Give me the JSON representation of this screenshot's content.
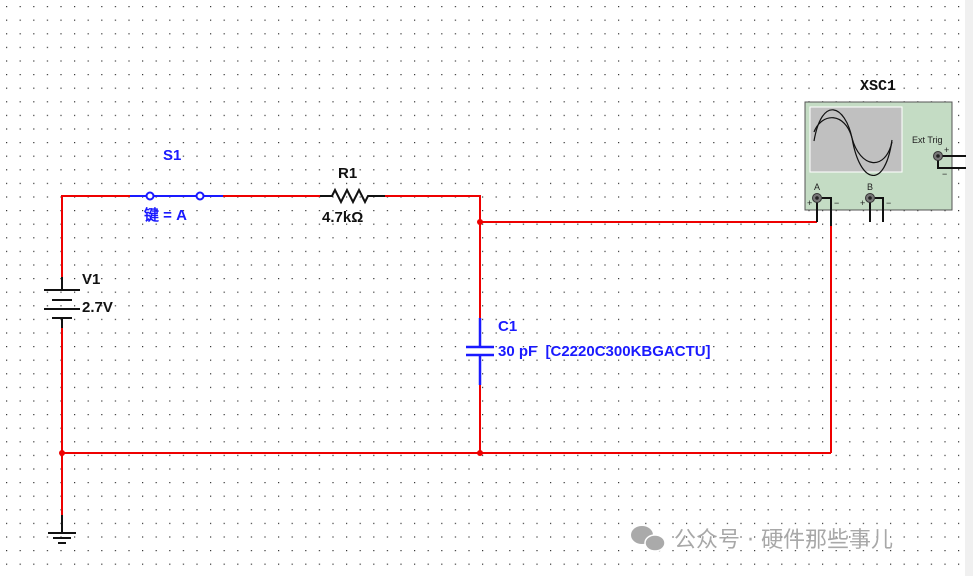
{
  "components": {
    "switch": {
      "ref": "S1",
      "key": "键 = A"
    },
    "resistor": {
      "ref": "R1",
      "value": "4.7kΩ"
    },
    "battery": {
      "ref": "V1",
      "value": "2.7V"
    },
    "capacitor": {
      "ref": "C1",
      "value": "30 pF  [C2220C300KBGACTU]"
    },
    "oscilloscope": {
      "ref": "XSC1",
      "ext_trig": "Ext Trig",
      "channel_a": "A",
      "channel_b": "B",
      "plus": "+",
      "minus": "−"
    }
  },
  "watermark": "公众号 · 硬件那些事儿",
  "colors": {
    "wire": "#ee0000",
    "component": "#1a1aff",
    "scope_body": "#c4dcc4",
    "scope_screen": "#c0c0c0"
  }
}
